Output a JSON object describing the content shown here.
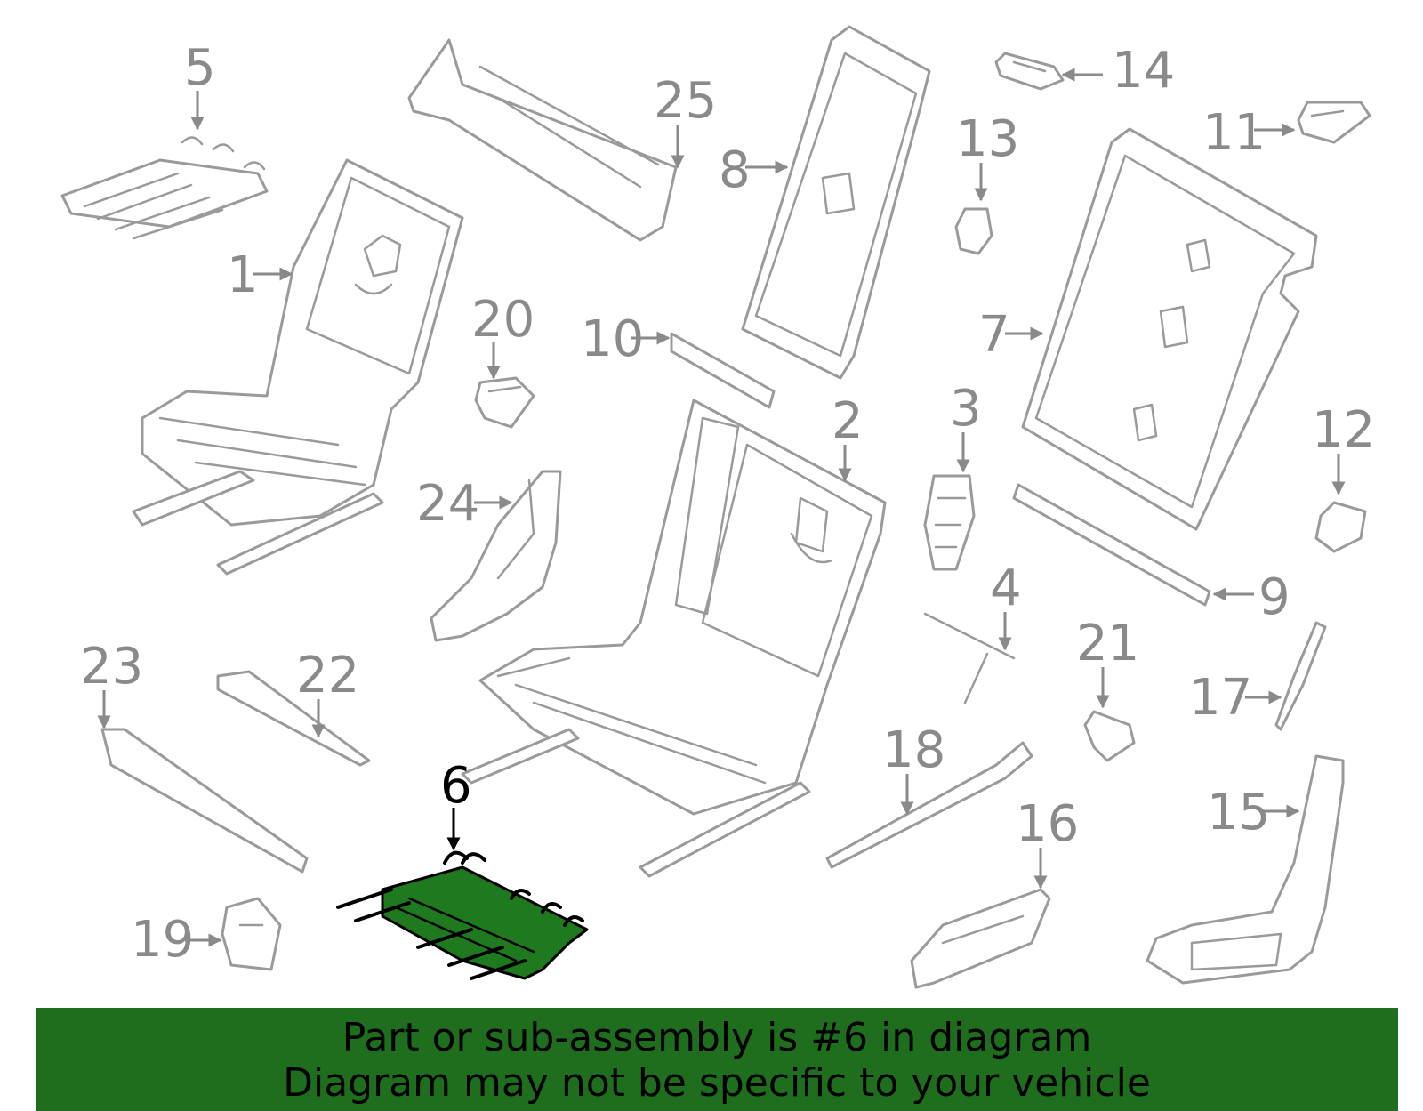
{
  "highlight": {
    "part": "6",
    "color": "#1e6e1e"
  },
  "callouts": [
    {
      "id": "1",
      "label": "1"
    },
    {
      "id": "2",
      "label": "2"
    },
    {
      "id": "3",
      "label": "3"
    },
    {
      "id": "4",
      "label": "4"
    },
    {
      "id": "5",
      "label": "5"
    },
    {
      "id": "6",
      "label": "6"
    },
    {
      "id": "7",
      "label": "7"
    },
    {
      "id": "8",
      "label": "8"
    },
    {
      "id": "9",
      "label": "9"
    },
    {
      "id": "10",
      "label": "10"
    },
    {
      "id": "11",
      "label": "11"
    },
    {
      "id": "12",
      "label": "12"
    },
    {
      "id": "13",
      "label": "13"
    },
    {
      "id": "14",
      "label": "14"
    },
    {
      "id": "15",
      "label": "15"
    },
    {
      "id": "16",
      "label": "16"
    },
    {
      "id": "17",
      "label": "17"
    },
    {
      "id": "18",
      "label": "18"
    },
    {
      "id": "19",
      "label": "19"
    },
    {
      "id": "20",
      "label": "20"
    },
    {
      "id": "21",
      "label": "21"
    },
    {
      "id": "22",
      "label": "22"
    },
    {
      "id": "23",
      "label": "23"
    },
    {
      "id": "24",
      "label": "24"
    },
    {
      "id": "25",
      "label": "25"
    }
  ],
  "banner": {
    "line1": "Part or sub-assembly is #6 in diagram",
    "line2": "Diagram may not be specific to your vehicle"
  }
}
